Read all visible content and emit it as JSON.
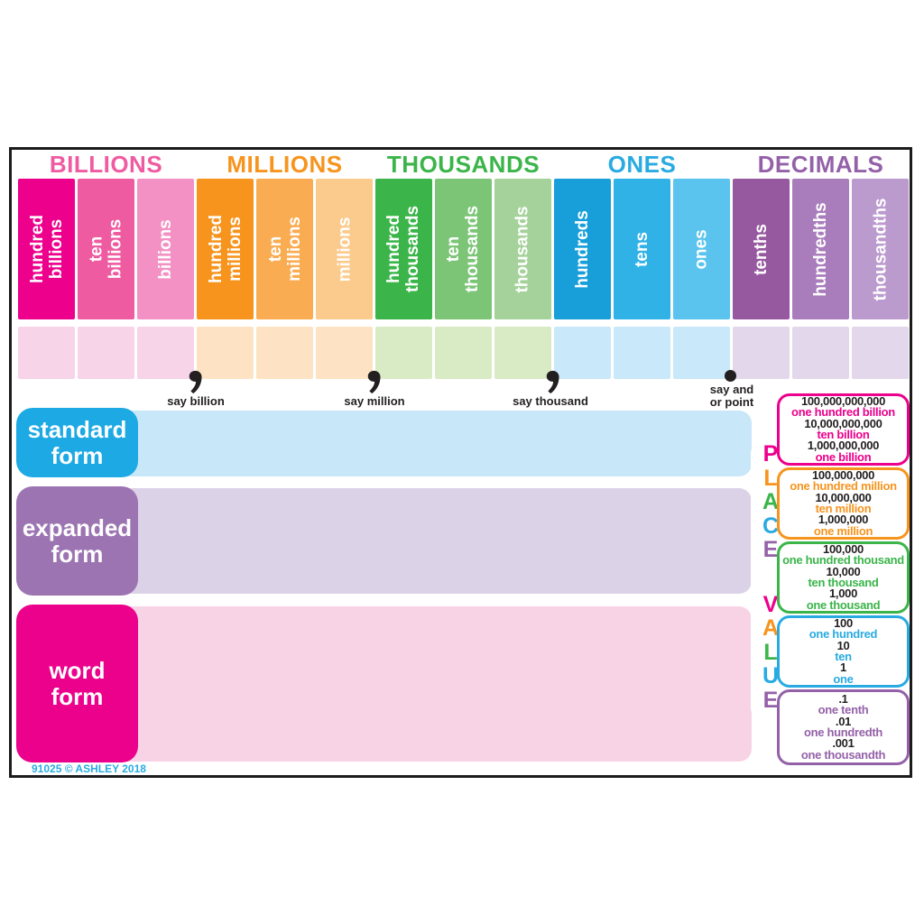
{
  "poster": {
    "title": "Place Value chart",
    "groups": [
      {
        "label": "BILLIONS",
        "color": "#EF5BA1",
        "columns": [
          {
            "label": "hundred\nbillions",
            "color": "#EC008C",
            "light": "#F8D4E8"
          },
          {
            "label": "ten\nbillions",
            "color": "#EF5BA1",
            "light": "#F8D4E8"
          },
          {
            "label": "billions",
            "color": "#F391C4",
            "light": "#F8D4E8"
          }
        ]
      },
      {
        "label": "MILLIONS",
        "color": "#F7941E",
        "columns": [
          {
            "label": "hundred\nmillions",
            "color": "#F7941E",
            "light": "#FDE3C3"
          },
          {
            "label": "ten\nmillions",
            "color": "#F9AC51",
            "light": "#FDE3C3"
          },
          {
            "label": "millions",
            "color": "#FBCB8D",
            "light": "#FDE3C3"
          }
        ]
      },
      {
        "label": "THOUSANDS",
        "color": "#3BB54A",
        "columns": [
          {
            "label": "hundred\nthousands",
            "color": "#3BB54A",
            "light": "#D9EBC5"
          },
          {
            "label": "ten\nthousands",
            "color": "#7CC576",
            "light": "#D9EBC5"
          },
          {
            "label": "thousands",
            "color": "#A5D29A",
            "light": "#D9EBC5"
          }
        ]
      },
      {
        "label": "ONES",
        "color": "#29ABE2",
        "columns": [
          {
            "label": "hundreds",
            "color": "#189FD9",
            "light": "#C9E9FA"
          },
          {
            "label": "tens",
            "color": "#30B2E6",
            "light": "#C9E9FA"
          },
          {
            "label": "ones",
            "color": "#5AC4EE",
            "light": "#C9E9FA"
          }
        ]
      },
      {
        "label": "DECIMALS",
        "color": "#9461A8",
        "columns": [
          {
            "label": "tenths",
            "color": "#96599F",
            "light": "#E3D7EC"
          },
          {
            "label": "hundredths",
            "color": "#A97CBB",
            "light": "#E3D7EC"
          },
          {
            "label": "thousandths",
            "color": "#BB9ACE",
            "light": "#E3D7EC"
          }
        ]
      }
    ],
    "separators": [
      {
        "symbol": "comma",
        "label": "say billion"
      },
      {
        "symbol": "comma",
        "label": "say million"
      },
      {
        "symbol": "comma",
        "label": "say thousand"
      },
      {
        "symbol": "point",
        "label": "say and\nor point"
      }
    ],
    "rows": [
      {
        "label": "standard\nform",
        "button_color": "#1CA9E4",
        "row_color": "#C8E7F8"
      },
      {
        "label": "expanded\nform",
        "button_color": "#9C74B2",
        "row_color": "#DCD2E7"
      },
      {
        "label": "word\nform",
        "button_color": "#EC018D",
        "row_color": "#F8D3E6"
      }
    ],
    "place_letters": [
      "P",
      "L",
      "A",
      "C",
      "E",
      "V",
      "A",
      "L",
      "U",
      "E"
    ],
    "place_letter_colors": [
      "#EC008C",
      "#F7941E",
      "#3BB54A",
      "#29ABE2",
      "#9461A8",
      "#EC008C",
      "#F7941E",
      "#3BB54A",
      "#29ABE2",
      "#9461A8"
    ],
    "value_boxes": [
      {
        "accent": "#EC008C",
        "lines": [
          "100,000,000,000",
          "one hundred billion",
          "10,000,000,000",
          "ten billion",
          "1,000,000,000",
          "one billion"
        ]
      },
      {
        "accent": "#F7941E",
        "lines": [
          "100,000,000",
          "one hundred million",
          "10,000,000",
          "ten million",
          "1,000,000",
          "one million"
        ]
      },
      {
        "accent": "#3BB54A",
        "lines": [
          "100,000",
          "one hundred thousand",
          "10,000",
          "ten thousand",
          "1,000",
          "one thousand"
        ]
      },
      {
        "accent": "#29ABE2",
        "lines": [
          "100",
          "one hundred",
          "10",
          "ten",
          "1",
          "one"
        ]
      },
      {
        "accent": "#9461A8",
        "lines": [
          ".1",
          "one tenth",
          ".01",
          "one hundredth",
          ".001",
          "one thousandth"
        ]
      }
    ],
    "footer": "91025 © ASHLEY 2018",
    "colors": {
      "border": "#1c1c1c",
      "separator_ink": "#231F20",
      "footer_text": "#29ABE2",
      "background": "#ffffff"
    }
  }
}
